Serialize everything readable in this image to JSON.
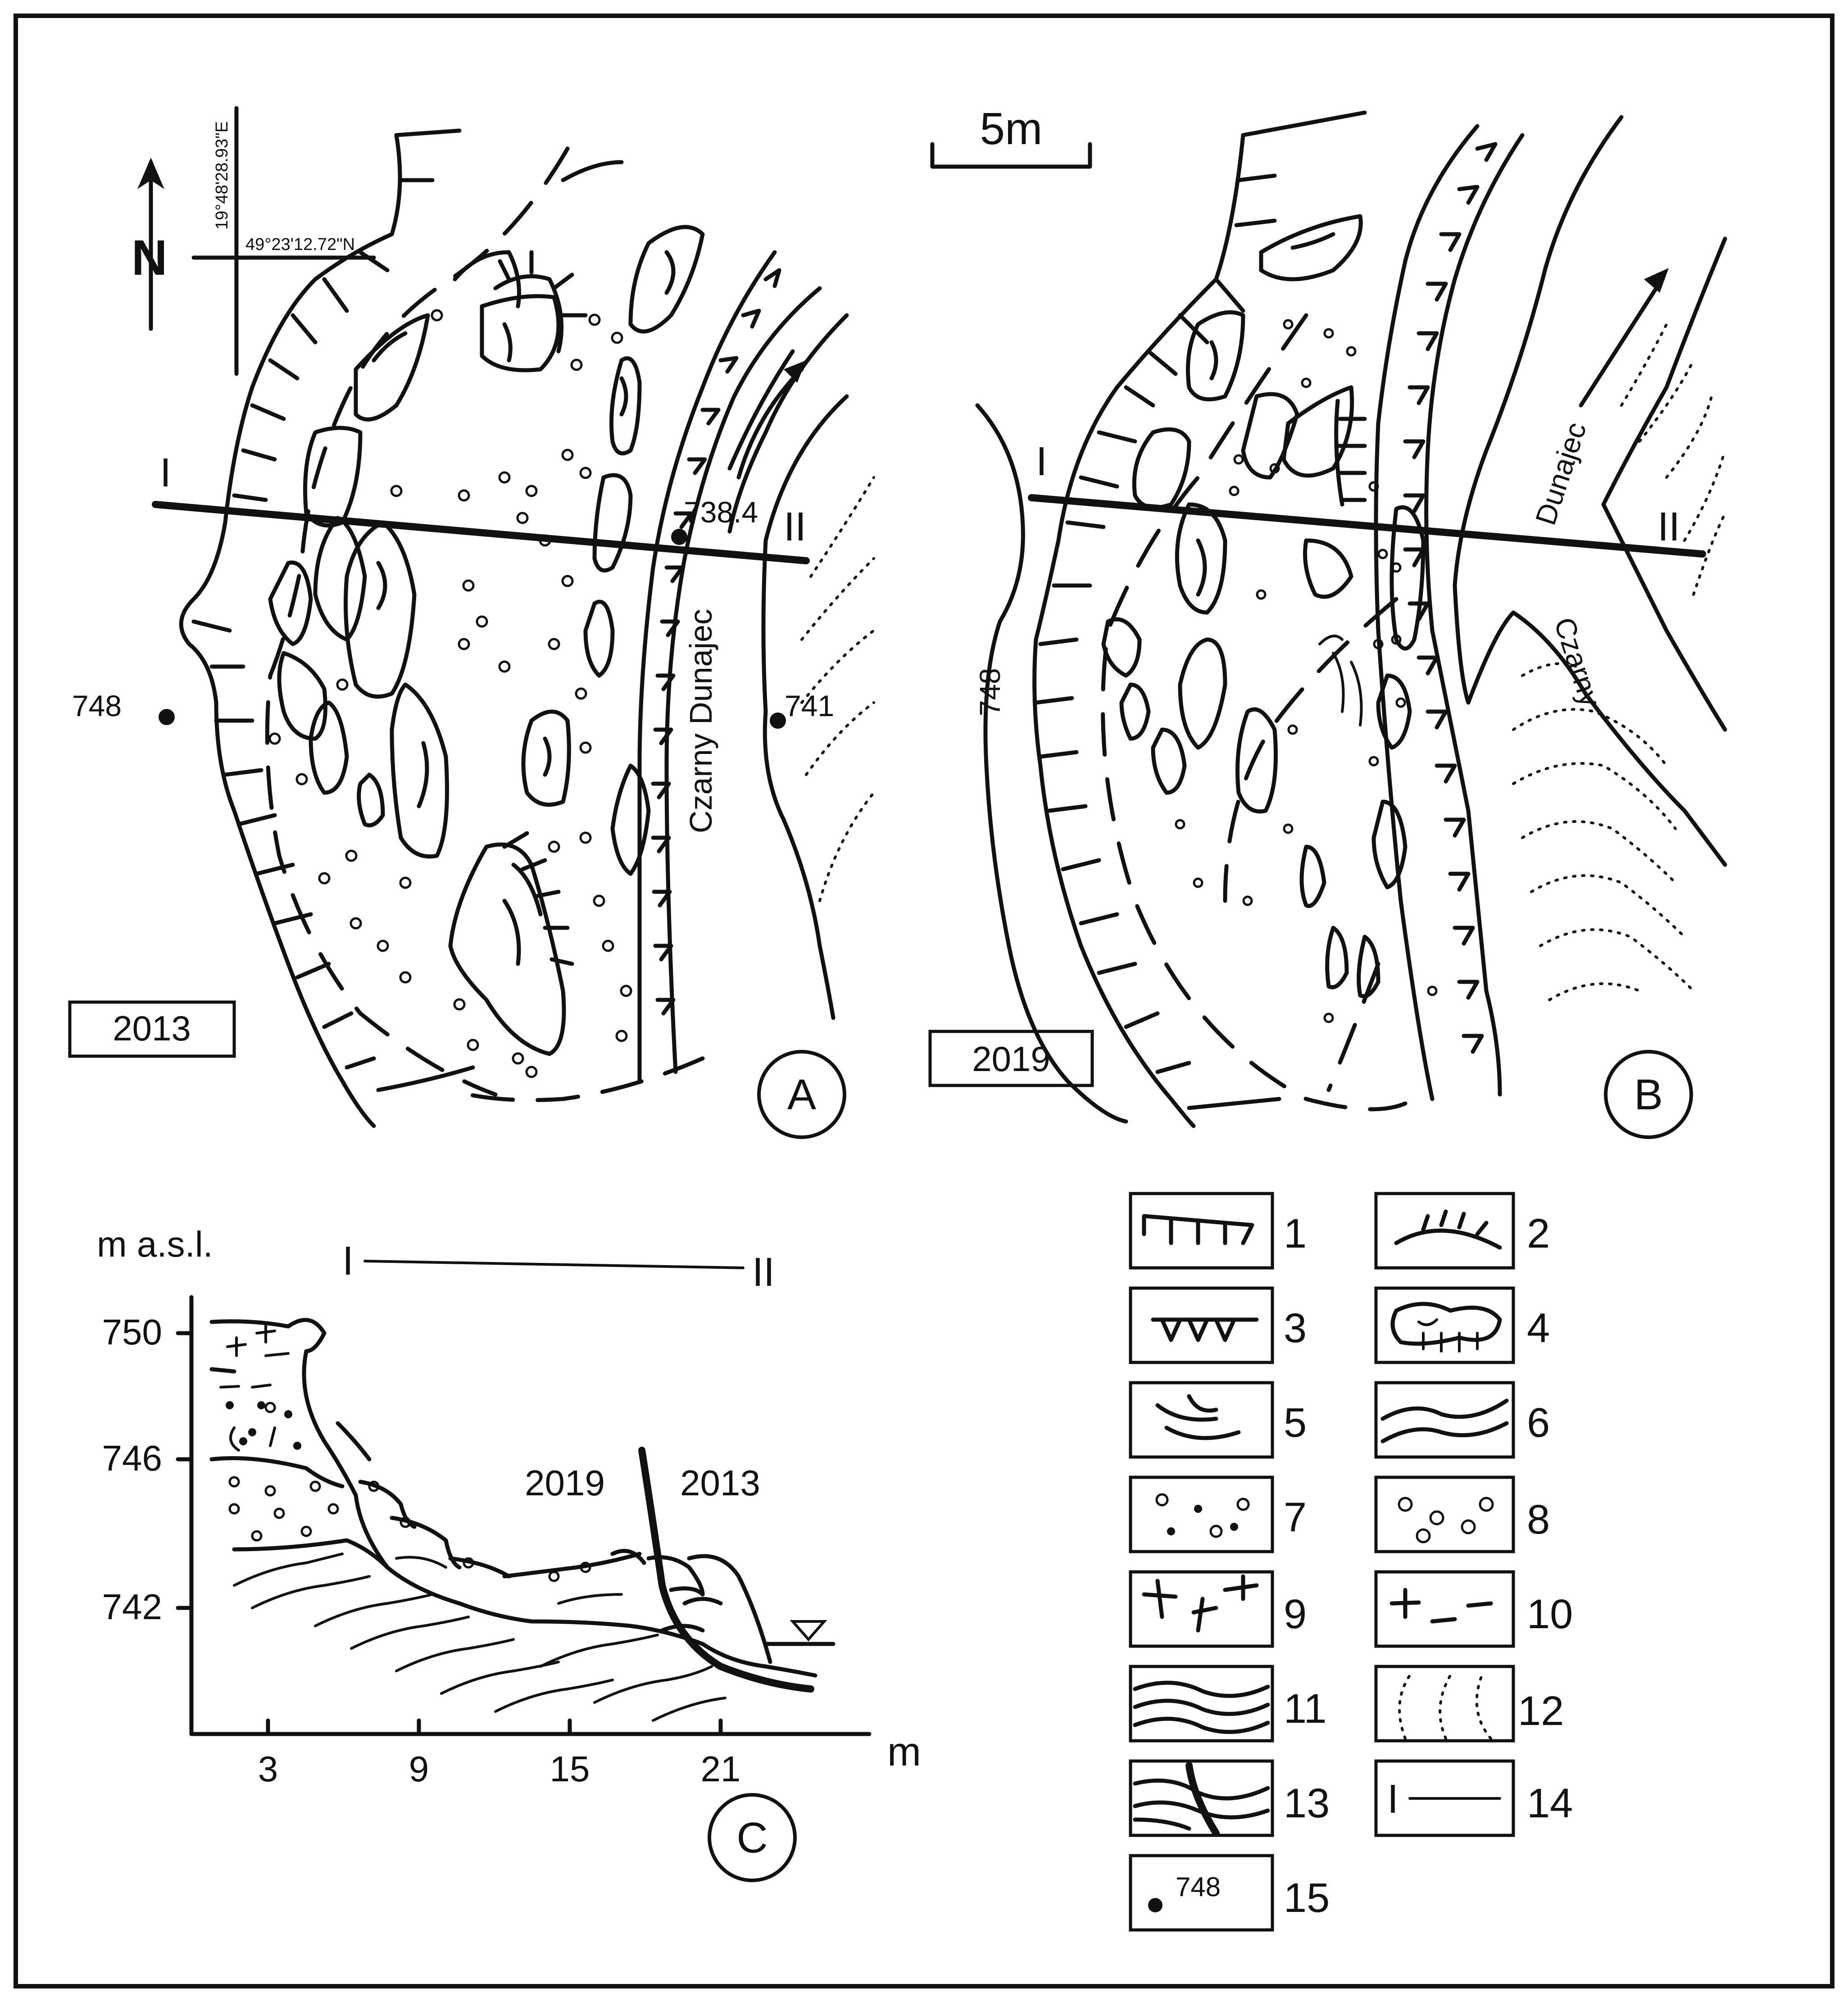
{
  "panel_a": {
    "year": "2013",
    "label": "A",
    "north": "N",
    "lon": "19°48'28.93\"E",
    "lat": "49°23'12.72\"N",
    "section_start": "I",
    "section_end": "II",
    "river": "Czarny Dunajec",
    "points": [
      {
        "name": "748",
        "value": "748"
      },
      {
        "name": "738.4",
        "value": "738.4"
      },
      {
        "name": "741",
        "value": "741"
      }
    ]
  },
  "panel_b": {
    "year": "2019",
    "label": "B",
    "scale": "5m",
    "section_start": "I",
    "section_end": "II",
    "river_line1": "Dunajec",
    "river_line2": "Czarny",
    "contour": "748"
  },
  "panel_c": {
    "label": "C",
    "y_unit": "m a.s.l.",
    "x_unit": "m",
    "section_start": "I",
    "section_end": "II",
    "y_ticks": [
      "750",
      "746",
      "742"
    ],
    "x_ticks": [
      "3",
      "9",
      "15",
      "21"
    ],
    "year_left": "2019",
    "year_right": "2013"
  },
  "legend": {
    "numbers": [
      "1",
      "2",
      "3",
      "4",
      "5",
      "6",
      "7",
      "8",
      "9",
      "10",
      "11",
      "12",
      "13",
      "14",
      "15"
    ],
    "item15_value": "748"
  }
}
